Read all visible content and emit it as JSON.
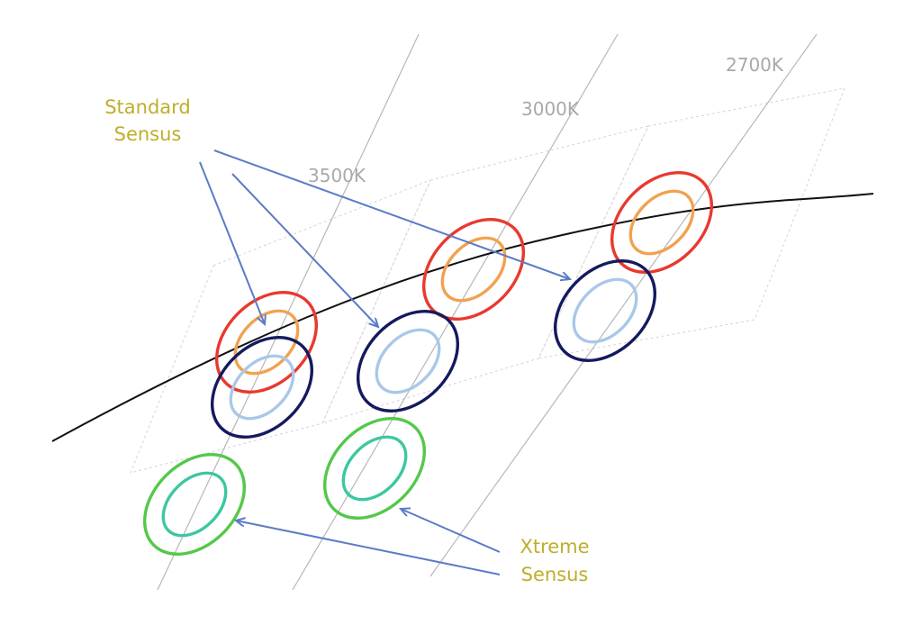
{
  "cct_labels": [
    "3500K",
    "3000K",
    "2700K"
  ],
  "groups": {
    "standard": [
      "Standard",
      "Sensus"
    ],
    "xtreme": [
      "Xtreme",
      "Sensus"
    ]
  },
  "colors": {
    "outer_warm": "#e8392f",
    "inner_warm": "#f0a250",
    "outer_cool": "#141a5e",
    "inner_cool": "#a9c8e8",
    "outer_xtreme": "#54c84a",
    "inner_xtreme": "#3cc7a0",
    "arrow": "#5b7bc6",
    "label_group": "#bfae2a",
    "label_cct": "#a9a9a9"
  }
}
